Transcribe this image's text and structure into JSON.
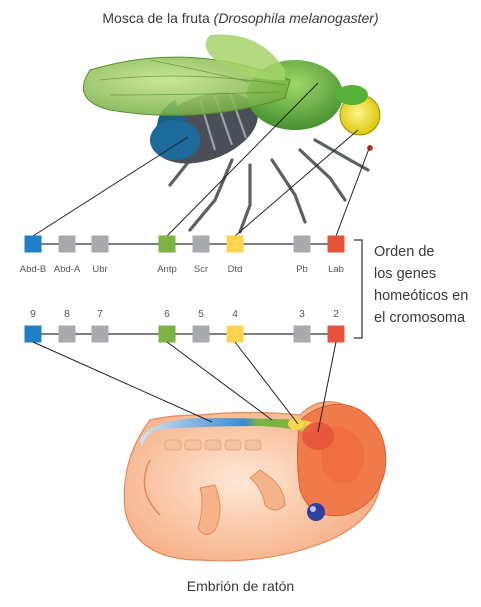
{
  "fly_title": {
    "text": "Mosca de la fruta",
    "species": "(Drosophila melanogaster)"
  },
  "mouse_title": "Embrión de ratón",
  "order_label": [
    "Orden de",
    "los genes",
    "homeóticos en",
    "el cromosoma"
  ],
  "fly_genes": [
    {
      "label": "Abd-B",
      "color": "#1f7fc4"
    },
    {
      "label": "Abd-A",
      "color": "#a9aaad"
    },
    {
      "label": "Ubr",
      "color": "#a9aaad"
    },
    {
      "label": "Antp",
      "color": "#7cb342"
    },
    {
      "label": "Scr",
      "color": "#a9aaad"
    },
    {
      "label": "Dtd",
      "color": "#ffd54f"
    },
    {
      "label": "Pb",
      "color": "#a9aaad"
    },
    {
      "label": "Lab",
      "color": "#e8533b"
    }
  ],
  "mouse_genes": [
    {
      "label": "9",
      "color": "#1f7fc4"
    },
    {
      "label": "8",
      "color": "#a9aaad"
    },
    {
      "label": "7",
      "color": "#a9aaad"
    },
    {
      "label": "6",
      "color": "#7cb342"
    },
    {
      "label": "5",
      "color": "#a9aaad"
    },
    {
      "label": "4",
      "color": "#ffd54f"
    },
    {
      "label": "3",
      "color": "#a9aaad"
    },
    {
      "label": "2",
      "color": "#e8533b"
    }
  ]
}
